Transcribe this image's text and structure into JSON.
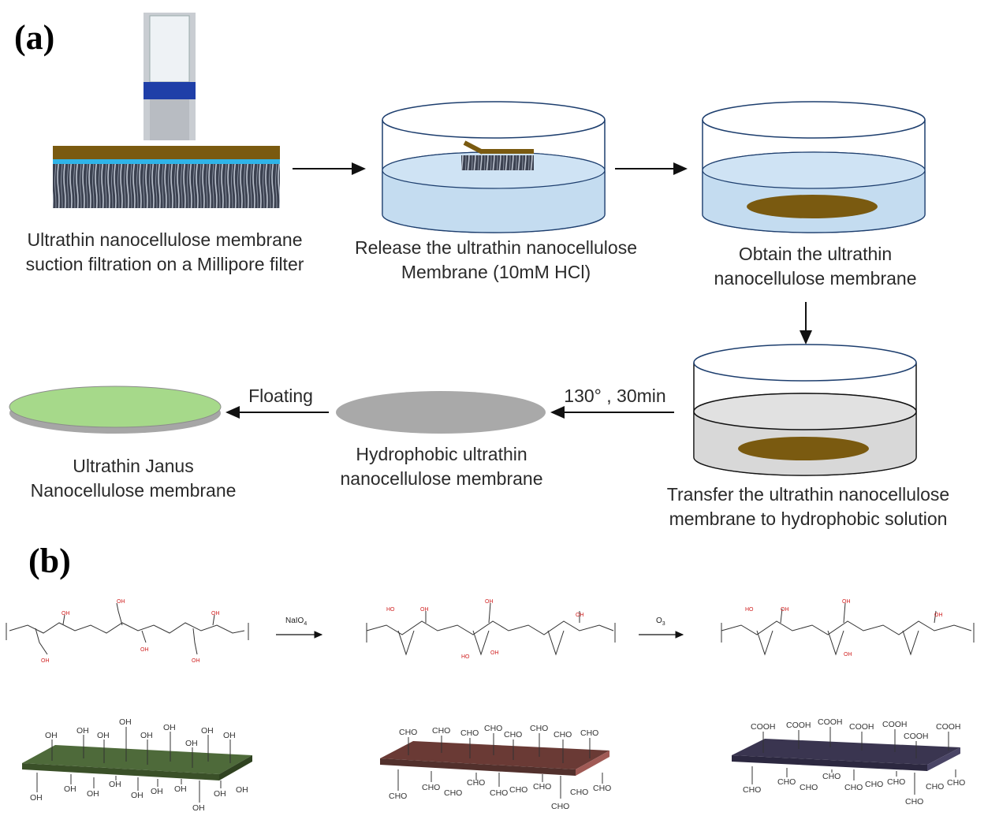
{
  "panel_a": {
    "label": "(a)",
    "steps": [
      {
        "caption_line1": "Ultrathin nanocellulose membrane",
        "caption_line2": "suction filtration on a Millipore filter"
      },
      {
        "caption_line1": "Release the ultrathin nanocellulose",
        "caption_line2": "Membrane (10mM HCl)"
      },
      {
        "caption_line1": "Obtain the ultrathin",
        "caption_line2": "nanocellulose membrane"
      },
      {
        "caption_line1": "Transfer the ultrathin nanocellulose",
        "caption_line2": "membrane to hydrophobic solution"
      },
      {
        "caption_line1": "Hydrophobic ultrathin",
        "caption_line2": "nanocellulose  membrane"
      },
      {
        "caption_line1": "Ultrathin Janus",
        "caption_line2": "Nanocellulose membrane"
      }
    ],
    "arrow_labels": {
      "heat": "130°  , 30min",
      "floating": "Floating"
    },
    "colors": {
      "membrane_brown": "#7a5a10",
      "water_blue": "#c4dcf0",
      "janus_green": "#a6d98a",
      "grey_membrane": "#a9a9a9",
      "hydrophobic_liquid": "#d8d8d8"
    }
  },
  "panel_b": {
    "label": "(b)",
    "reagents": [
      "NaIO4",
      "O3"
    ],
    "sheets": [
      {
        "group": "OH",
        "color": "#4e6a3a"
      },
      {
        "group": "CHO",
        "color": "#6a3a35"
      },
      {
        "group": "COOH",
        "color": "#3a3550"
      }
    ]
  }
}
